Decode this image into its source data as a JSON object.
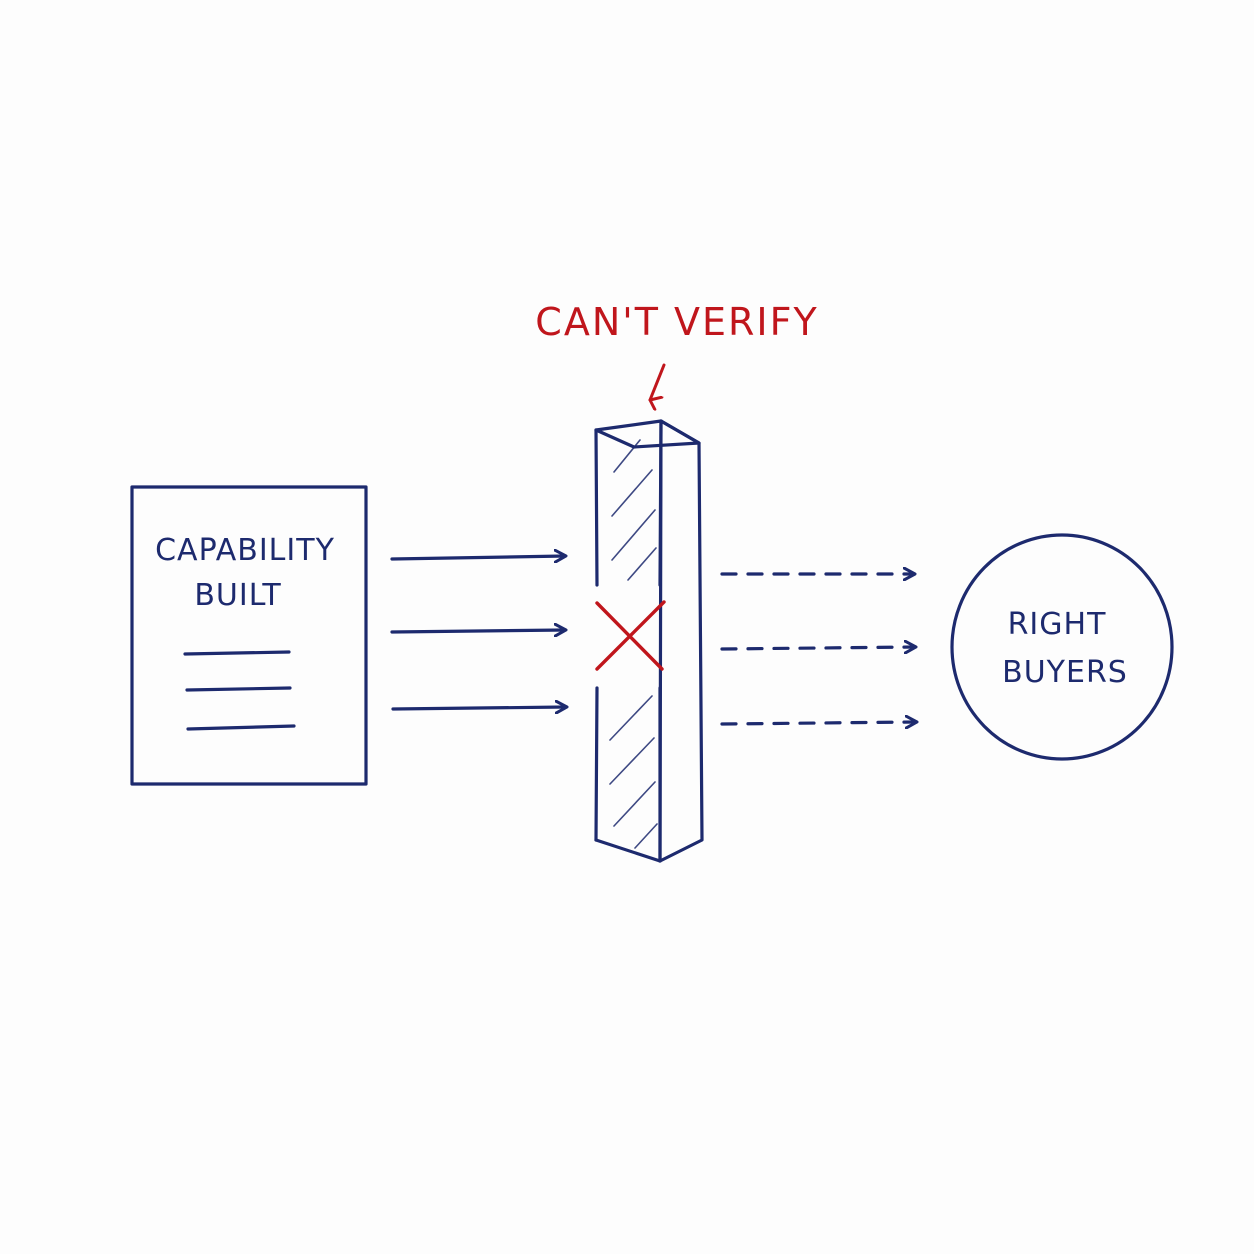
{
  "colors": {
    "ink": "#1d2a6e",
    "accent": "#c0161c",
    "background": "#fdfdfd"
  },
  "source": {
    "line1": "CAPABILITY",
    "line2": "BUILT"
  },
  "barrier": {
    "label": "CAN'T VERIFY"
  },
  "target": {
    "line1": "RIGHT",
    "line2": "BUYERS"
  }
}
